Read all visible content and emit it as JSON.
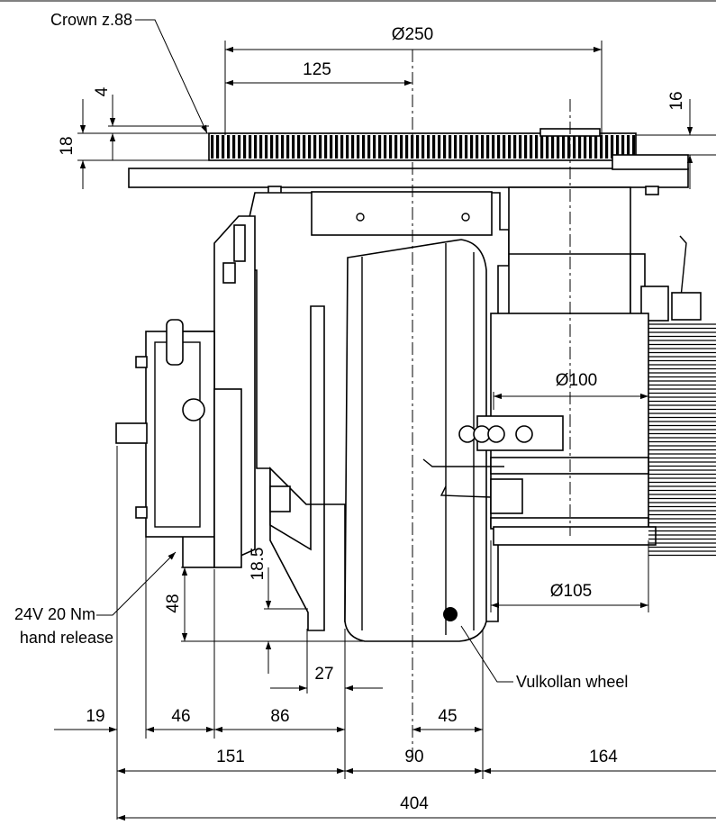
{
  "labels": {
    "crown": "Crown z.88",
    "brake_line1": "24V 20 Nm",
    "brake_line2": "hand release",
    "wheel": "Vulkollan wheel"
  },
  "dimensions": {
    "d250": "Ø250",
    "r125": "125",
    "t4": "4",
    "t18": "18",
    "t16": "16",
    "d100": "Ø100",
    "d105": "Ø105",
    "v18_5": "18.5",
    "v48": "48",
    "h27": "27",
    "h19": "19",
    "h46": "46",
    "h86": "86",
    "h45": "45",
    "h151": "151",
    "h90": "90",
    "h164": "164",
    "h404": "404"
  }
}
